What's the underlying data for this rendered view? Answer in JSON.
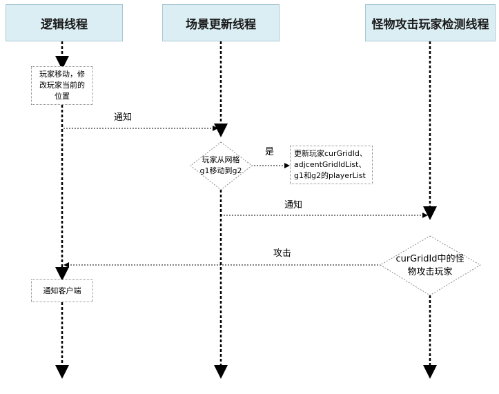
{
  "lanes": {
    "logic": "逻辑线程",
    "scene": "场景更新线程",
    "monster": "怪物攻击玩家检测线程"
  },
  "steps": {
    "move_line1": "玩家移动，修",
    "move_line2": "改玩家当前的",
    "move_line3": "位置",
    "notify1": "通知",
    "decision_line1": "玩家从网格",
    "decision_line2": "g1移动到g2",
    "yes": "是",
    "update_line1": "更新玩家curGridId、",
    "update_line2": "adjcentGridIdList、",
    "update_line3": "g1和g2的playerList",
    "notify2": "通知",
    "attack": "攻击",
    "monster_line1": "curGridId中的怪",
    "monster_line2": "物攻击玩家",
    "notify_client": "通知客户端"
  }
}
